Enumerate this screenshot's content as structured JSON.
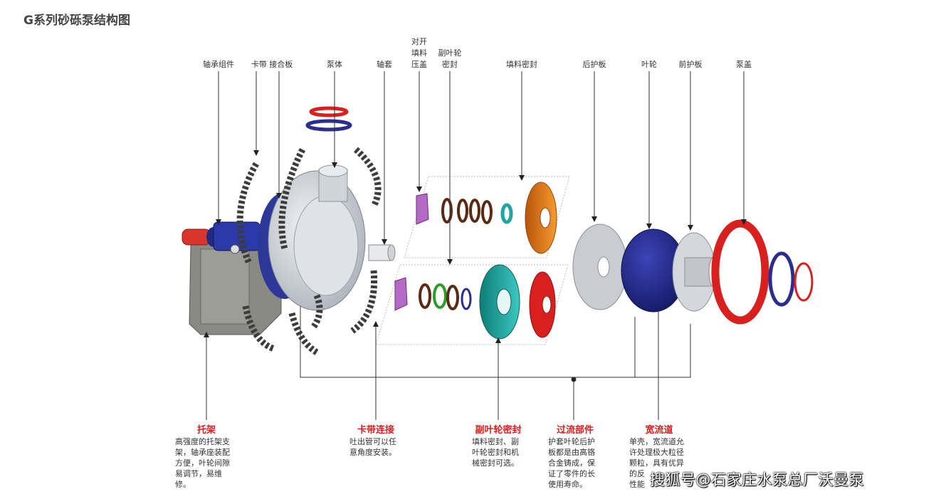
{
  "title": "G系列砂砾泵结构图",
  "labels": [
    {
      "text": "轴承组件"
    },
    {
      "text": "卡带 接合板"
    },
    {
      "text": "泵体"
    },
    {
      "text": "轴套"
    },
    {
      "text": "对开"
    },
    {
      "text": "填料"
    },
    {
      "text": "压盖"
    },
    {
      "text": "副叶轮"
    },
    {
      "text": "密封"
    },
    {
      "text": "填料密封"
    },
    {
      "text": "后护板"
    },
    {
      "text": "叶轮"
    },
    {
      "text": "前护板"
    },
    {
      "text": "泵盖"
    }
  ],
  "features": [
    {
      "title": "托架",
      "desc": [
        "高强度的托架支",
        "架，轴承座装配",
        "方便，叶轮间隙",
        "易调节，易维",
        "修。"
      ]
    },
    {
      "title": "卡带连接",
      "desc": [
        "吐出管可以任",
        "意角度安装。"
      ]
    },
    {
      "title": "副叶轮密封",
      "desc": [
        "填料密封、副",
        "叶轮密封和机",
        "械密封可选。"
      ]
    },
    {
      "title": "过流部件",
      "desc": [
        "护套叶轮后护",
        "板都是由高铬",
        "合金铸成，保",
        "证了零件的长",
        "使用寿命。"
      ]
    },
    {
      "title": "宽流道",
      "desc": [
        "单壳，宽流道允",
        "许处理极大粒径",
        "颗粒，具有优异",
        "的反",
        "性能"
      ]
    }
  ],
  "watermark": "搜狐号@石家庄水泵总厂沃曼泵",
  "colors": {
    "accent": "#d8201f",
    "impeller": "#2a2f8f",
    "cyan": "#20a5a0",
    "orange": "#e87a1a",
    "gray": "#8a8a85"
  }
}
